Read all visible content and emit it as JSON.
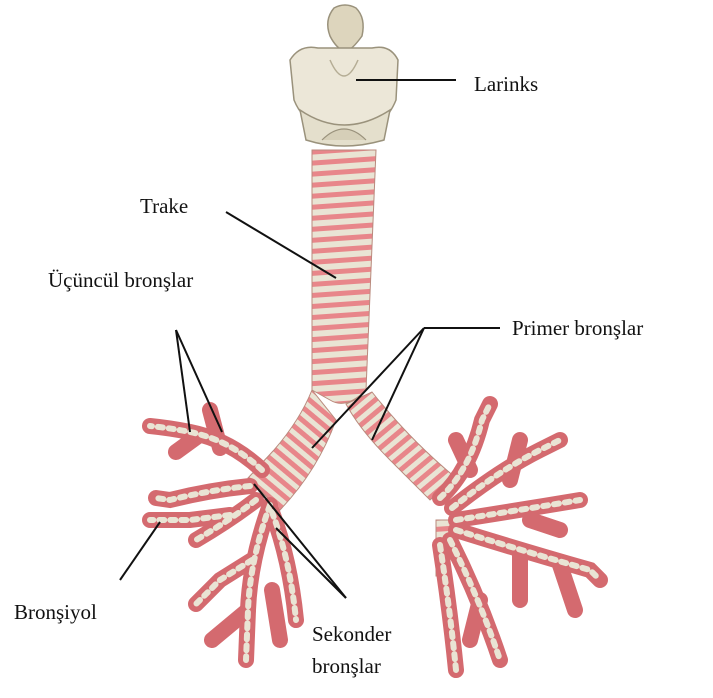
{
  "labels": {
    "larinks": "Larinks",
    "trake": "Trake",
    "ucuncul": "Üçüncül bronşlar",
    "primer": "Primer bronşlar",
    "bronsiyol": "Bronşiyol",
    "sekonder_line1": "Sekonder",
    "sekonder_line2": "bronşlar"
  },
  "colors": {
    "cartilage": "#e9e4d4",
    "cartilage_shade": "#d6cfb8",
    "tissue": "#e8868a",
    "tissue_dark": "#d46a6f",
    "leader": "#111111"
  }
}
